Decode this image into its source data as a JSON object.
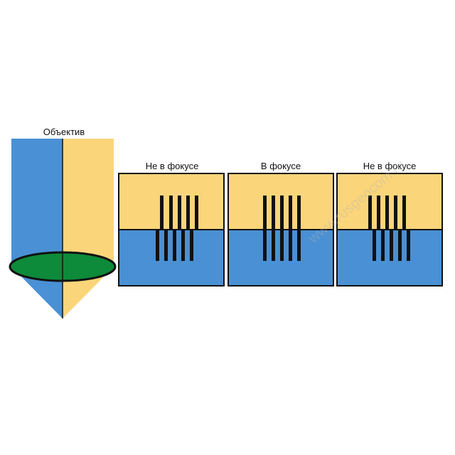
{
  "lens": {
    "label": "Объектив",
    "left_color": "#4a90d4",
    "right_color": "#fbd57a",
    "ellipse_color": "#0d8a3a"
  },
  "panels": [
    {
      "title": "Не в фокусе",
      "top_color": "#fbd57a",
      "bottom_color": "#4a90d4",
      "state": "out-of-focus-top-shifted-right"
    },
    {
      "title": "В фокусе",
      "top_color": "#fbd57a",
      "bottom_color": "#4a90d4",
      "state": "in-focus"
    },
    {
      "title": "Не в фокусе",
      "top_color": "#fbd57a",
      "bottom_color": "#4a90d4",
      "state": "out-of-focus-top-shifted-left"
    }
  ],
  "watermark": "www.rusgeocom.ru"
}
